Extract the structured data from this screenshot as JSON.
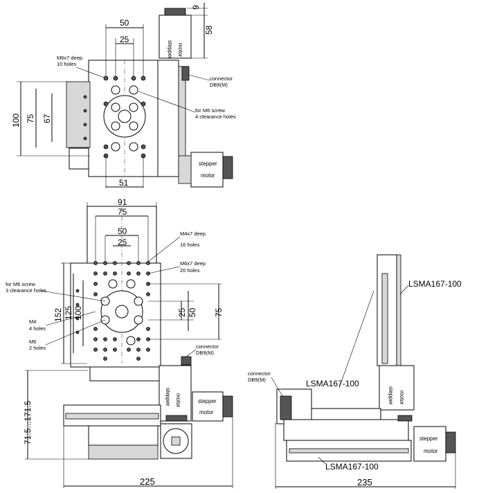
{
  "top_view": {
    "dims": {
      "d9": "9",
      "d58": "58",
      "d50": "50",
      "d25": "25",
      "d100": "100",
      "d75": "75",
      "d67": "67",
      "d51": "51"
    },
    "notes": {
      "m6_deep_1": "M6x7 deep",
      "m6_deep_2": "10 holes",
      "m6_screw_1": "for M6 screw",
      "m6_screw_2": "4 clearance holes",
      "connector_1": "connector",
      "connector_2": "DB9(M)"
    },
    "motor_1": "stepper",
    "motor_2": "motor"
  },
  "mid_view": {
    "dims": {
      "d91": "91",
      "d75": "75",
      "d50": "50",
      "d25": "25",
      "d152": "152",
      "d125": "125",
      "d100": "100",
      "d25b": "25",
      "d50b": "50",
      "d75b": "75"
    },
    "notes": {
      "m4_1": "M4x7 deep",
      "m4_2": "16 holes",
      "m6_1": "M6x7 deep",
      "m6_2": "20 holes",
      "m6s_1": "for M6 screw",
      "m6s_2": "3 clearance holes",
      "m4h_1": "M4",
      "m4h_2": "4 holes",
      "m6h_1": "M6",
      "m6h_2": "2 holes",
      "conn_1": "connector",
      "conn_2": "DB9(M)"
    },
    "motor_1": "stepper",
    "motor_2": "motor"
  },
  "front_view": {
    "height": "71.5...171.5",
    "width": "225"
  },
  "side_view": {
    "label_vertical": "LSMA167-100",
    "label_mid": "LSMA167-100",
    "label_bottom": "LSMA167-100",
    "conn_1": "connector",
    "conn_2": "DB9(M)",
    "width": "235",
    "motor_1": "stepper",
    "motor_2": "motor"
  }
}
